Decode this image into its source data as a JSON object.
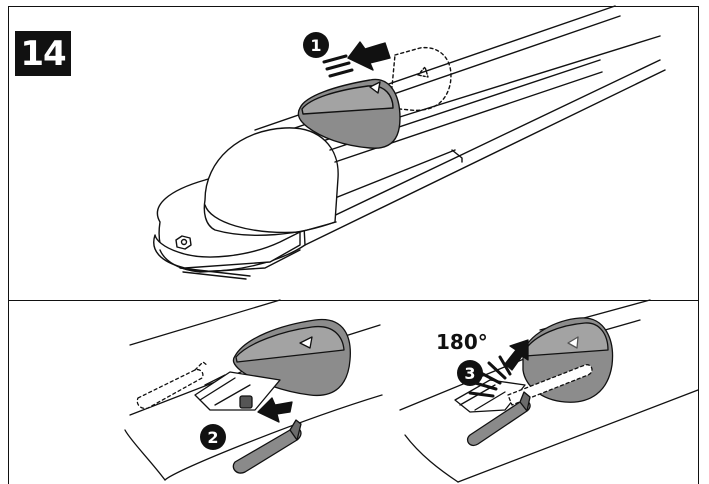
{
  "figure": {
    "number": "14"
  },
  "steps": [
    {
      "number": "1",
      "label": "1"
    },
    {
      "number": "2",
      "label": "2"
    },
    {
      "number": "3",
      "label": "3"
    }
  ],
  "rotation": {
    "angle": "180°"
  },
  "colors": {
    "line": "#111111",
    "cover": "#8c8c8c",
    "coverDark": "#6b6b6b",
    "lever": "#8a8a8a"
  }
}
